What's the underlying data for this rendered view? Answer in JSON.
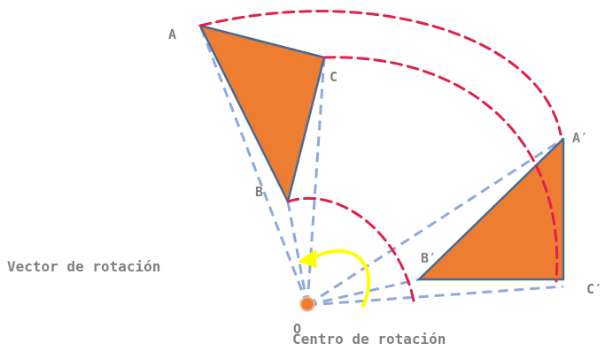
{
  "diagram": {
    "colors": {
      "triangle_fill": "#ed7d31",
      "triangle_stroke": "#4a6a95",
      "guide_line": "#8eaadb",
      "arc": "#e0204a",
      "arrow": "#ffff00",
      "center": "#ed7d31",
      "label": "#808080"
    },
    "points": {
      "A": "A",
      "B": "B",
      "C": "C",
      "A_prime": "A′",
      "B_prime": "B′",
      "C_prime": "C′",
      "O": "O"
    },
    "captions": {
      "vector": "Vector de rotación",
      "center": "Centro de rotación"
    }
  }
}
